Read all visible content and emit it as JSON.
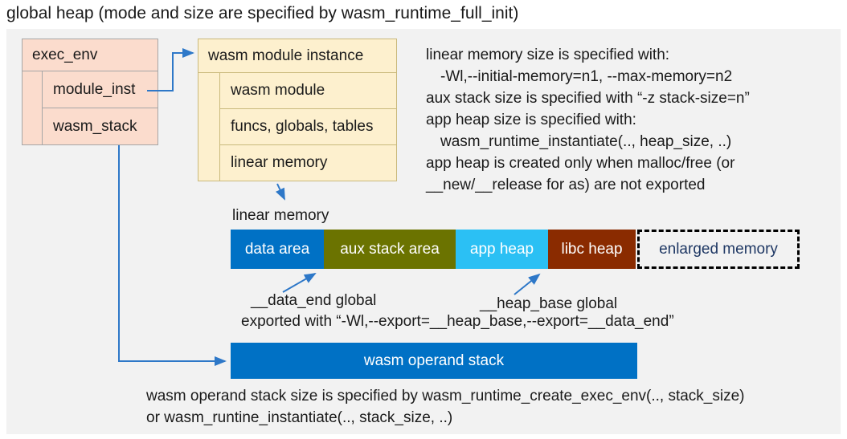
{
  "title": "global heap (mode and size are specified by wasm_runtime_full_init)",
  "exec_env": {
    "header": "exec_env",
    "rows": [
      "module_inst",
      "wasm_stack"
    ]
  },
  "module_instance": {
    "header": "wasm module instance",
    "rows": [
      "wasm module",
      "funcs, globals, tables",
      "linear memory"
    ]
  },
  "notes": {
    "lines": [
      "linear memory size is specified with:",
      "-Wl,--initial-memory=n1, --max-memory=n2",
      "aux stack size is specified with “-z stack-size=n”",
      "app heap size is specified with:",
      "wasm_runtime_instantiate(.., heap_size, ..)",
      "app heap is created only when malloc/free (or",
      "__new/__release for as) are not exported"
    ]
  },
  "linear_memory": {
    "label": "linear memory",
    "segments": [
      {
        "label": "data area",
        "color": "#0071c5"
      },
      {
        "label": "aux stack area",
        "color": "#6b7300"
      },
      {
        "label": "app heap",
        "color": "#2bc0f4"
      },
      {
        "label": "libc heap",
        "color": "#8a2b00"
      },
      {
        "label": "enlarged memory",
        "color": "#fcfcfc",
        "text_color": "#1f3864",
        "border": "dashed"
      }
    ]
  },
  "annotations": {
    "data_end": "__data_end global",
    "heap_base": "__heap_base global",
    "exported": "exported with “-Wl,--export=__heap_base,--export=__data_end”"
  },
  "operand_stack": {
    "label": "wasm operand stack",
    "color": "#0071c5"
  },
  "footer": {
    "lines": [
      "wasm operand stack size is specified by wasm_runtime_create_exec_env(.., stack_size)",
      "or wasm_runtine_instantiate(.., stack_size, ..)"
    ]
  },
  "colors": {
    "canvas_bg": "#f2f2f2",
    "struct_fill": "#fbdccd",
    "struct_border": "#a6a6a6",
    "instance_fill": "#fdf0ce",
    "instance_border": "#c9b97c",
    "arrow_blue": "#2e78c8",
    "navy_text": "#1f3864"
  }
}
